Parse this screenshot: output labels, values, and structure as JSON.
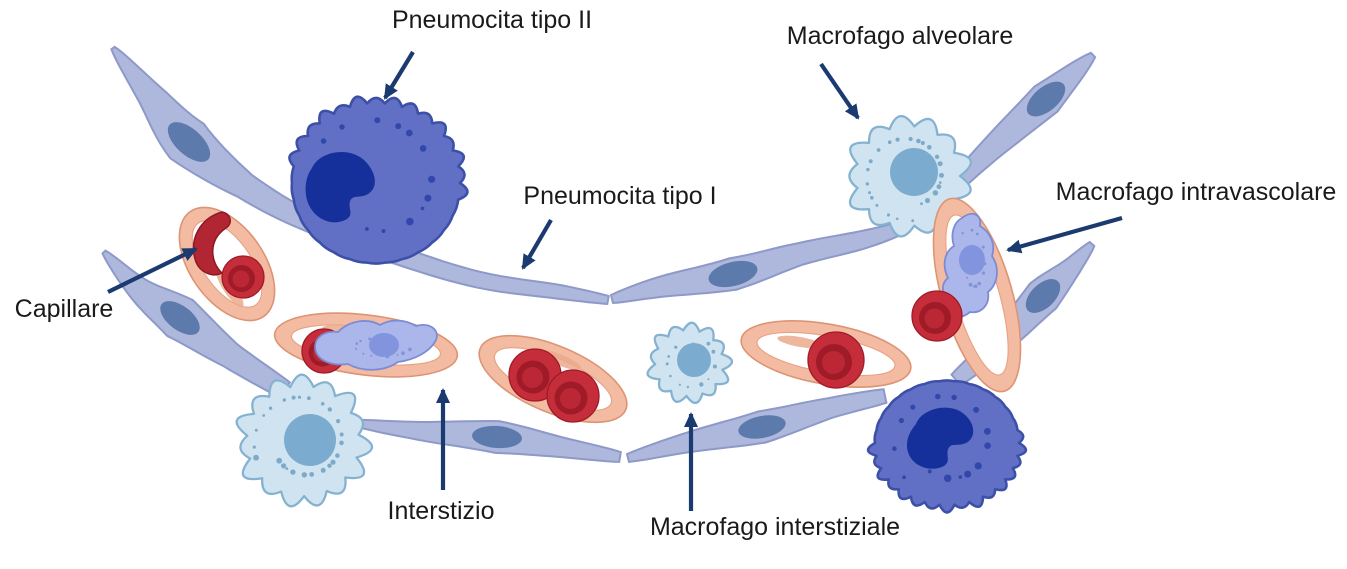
{
  "labels": {
    "pneumocita_tipo_2": "Pneumocita tipo II",
    "macrofago_alveolare": "Macrofago alveolare",
    "pneumocita_tipo_1": "Pneumocita tipo I",
    "macrofago_intravascolare": "Macrofago intravascolare",
    "capillare": "Capillare",
    "interstizio": "Interstizio",
    "macrofago_interstiziale": "Macrofago interstiziale"
  },
  "colors": {
    "background": "#ffffff",
    "label_text": "#1a1a1a",
    "arrow": "#1b3a6f",
    "type1_body": "#aeb8dd",
    "type1_outline": "#8d99c8",
    "type1_nucleus": "#5d7aad",
    "type2_body": "#6170c4",
    "type2_outline": "#3d50a8",
    "type2_nucleus": "#16309b",
    "type2_dots": "#3247ac",
    "mac_body": "#cfe4f0",
    "mac_outline": "#85b2d0",
    "mac_nucleus": "#7bacd0",
    "mac_dots": "#6fa0c2",
    "ivm_body": "#abb7ea",
    "ivm_outline": "#7d8bd4",
    "ivm_nucleus": "#8194dd",
    "ivm_dots": "#8292d8",
    "cap_wall": "#f3bba1",
    "cap_outline": "#dd9475",
    "cap_smear": "#eba98b",
    "rbc_main": "#c62d3a",
    "rbc_mid": "#bb2734",
    "rbc_dark": "#9e1b27"
  }
}
